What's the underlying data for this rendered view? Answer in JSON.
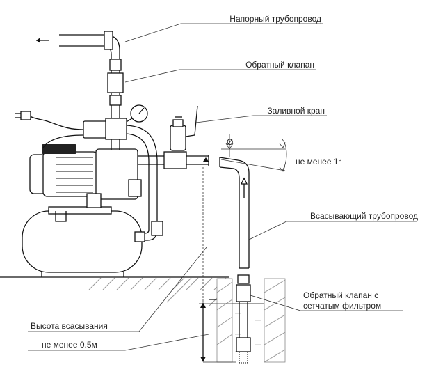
{
  "labels": {
    "pressure_pipeline": "Напорный трубопровод",
    "check_valve": "Обратный клапан",
    "fill_tap": "Заливной кран",
    "diameter_symbol": "Ø",
    "slope": "не менее 1°",
    "suction_pipeline": "Всасывающий трубопровод",
    "check_valve_filter_line1": "Обратный клапан с",
    "check_valve_filter_line2": "сетчатым фильтром",
    "suction_height": "Высота всасывания",
    "min_depth": "не менее 0.5м"
  },
  "colors": {
    "line": "#111111",
    "ground_hatch": "#999999",
    "label_text": "#222222"
  }
}
